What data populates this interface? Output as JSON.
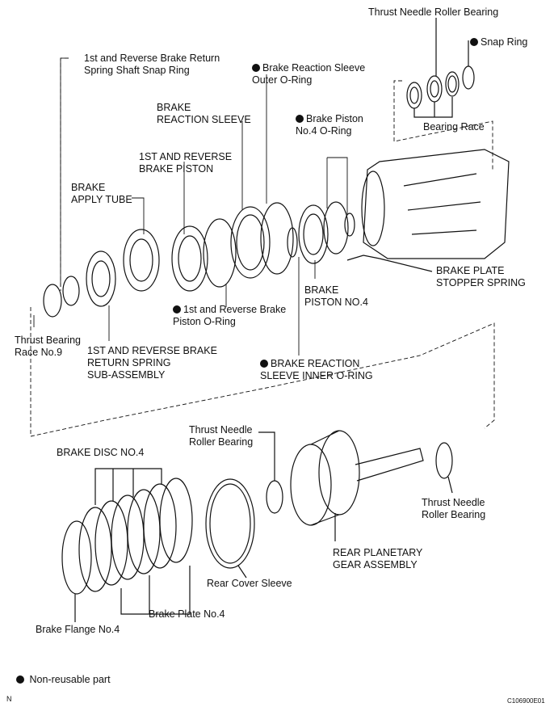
{
  "labels": {
    "thrust_needle_top": "Thrust Needle Roller Bearing",
    "snap_ring": "Snap Ring",
    "first_rev_snap": "1st and Reverse Brake Return\nSpring Shaft Snap Ring",
    "reaction_outer": "Brake Reaction Sleeve\nOuter O-Ring",
    "brake_reaction_sleeve": "BRAKE\nREACTION SLEEVE",
    "piston4_oring": "Brake Piston\nNo.4 O-Ring",
    "bearing_race": "Bearing Race",
    "first_rev_piston": "1ST AND REVERSE\nBRAKE PISTON",
    "brake_apply_tube": "BRAKE\nAPPLY TUBE",
    "brake_plate_stopper": "BRAKE PLATE\nSTOPPER SPRING",
    "brake_piston4": "BRAKE\nPISTON NO.4",
    "piston_oring": "1st and Reverse Brake\nPiston O-Ring",
    "thrust_race9": "Thrust Bearing\nRace No.9",
    "return_spring": "1ST AND REVERSE BRAKE\nRETURN SPRING\nSUB-ASSEMBLY",
    "reaction_inner": "BRAKE REACTION\nSLEEVE INNER O-RING",
    "thrust_needle_mid": "Thrust Needle\nRoller Bearing",
    "brake_disc4": "BRAKE DISC NO.4",
    "thrust_needle_right": "Thrust Needle\nRoller Bearing",
    "rear_planetary": "REAR PLANETARY\nGEAR ASSEMBLY",
    "rear_cover_sleeve": "Rear Cover Sleeve",
    "brake_plate4": "Brake Plate No.4",
    "brake_flange4": "Brake Flange No.4"
  },
  "legend": {
    "text": "Non-reusable part",
    "symbol": "filled-circle"
  },
  "footer": {
    "orientation": "N",
    "code": "C106900E01"
  }
}
